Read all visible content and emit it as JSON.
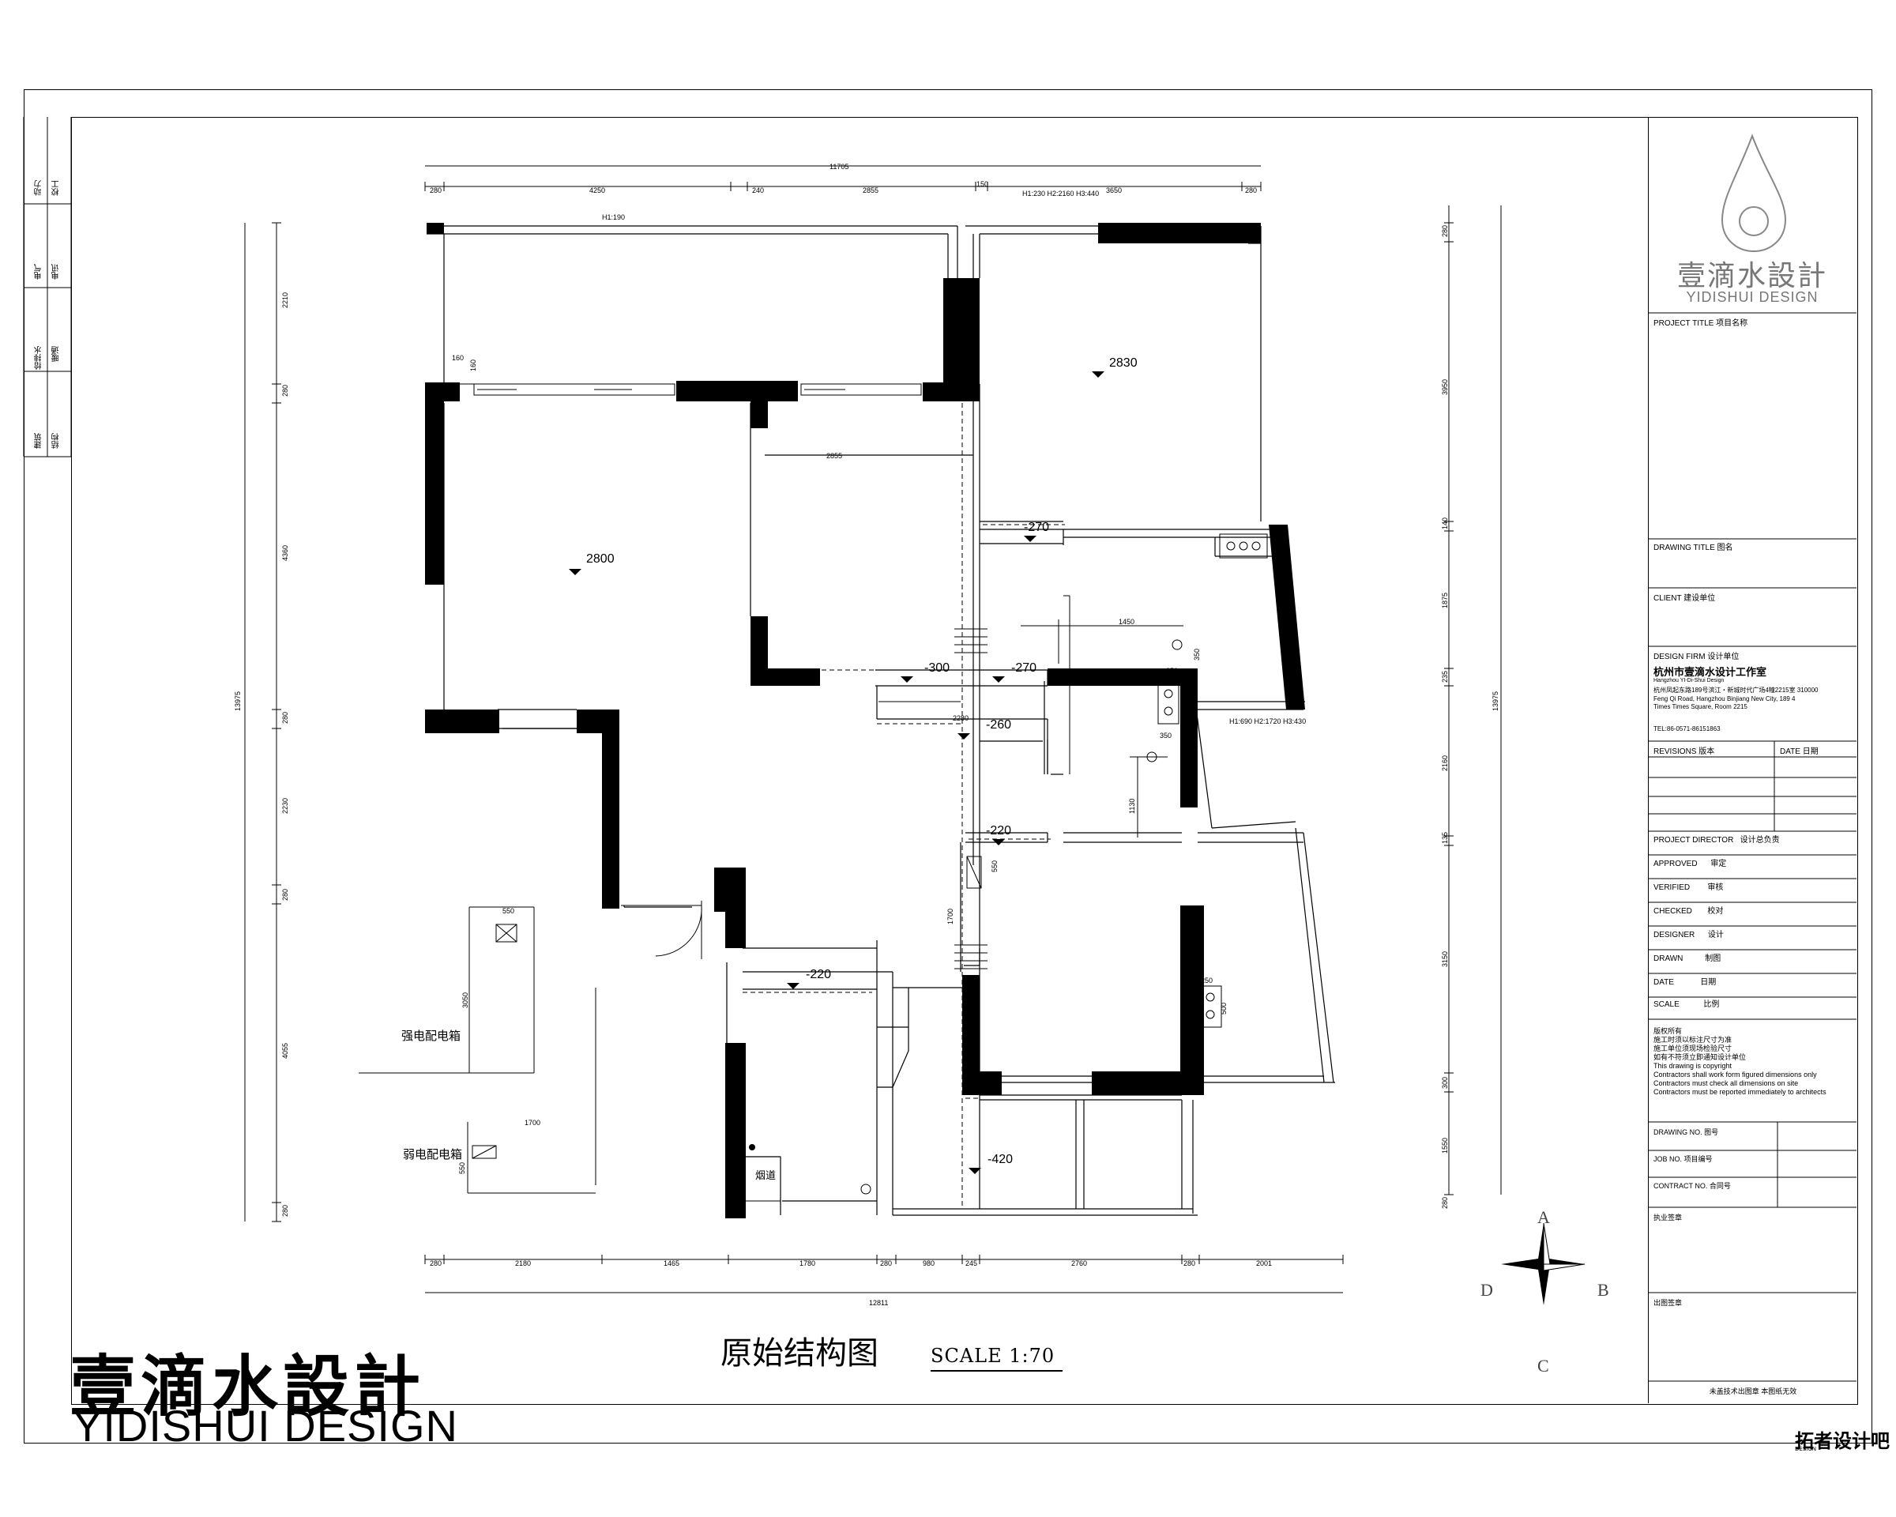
{
  "drawing": {
    "title": "原始结构图",
    "scale": "SCALE 1:70"
  },
  "brand": {
    "cn": "壹滴水設計",
    "en": "YIDISHUI DESIGN"
  },
  "watermark": {
    "cn": "拓者设计吧",
    "en": "DESIGN"
  },
  "left_strip": [
    "动力",
    "校工",
    "电气",
    "电讯",
    "给排水",
    "暖通",
    "建筑",
    "结构"
  ],
  "title_block": {
    "project_title": "PROJECT TITLE  项目名称",
    "drawing_title": "DRAWING TITLE  图名",
    "client": "CLIENT  建设单位",
    "design_firm": "DESIGN FIRM  设计单位",
    "firm_name_cn": "杭州市壹滴水设计工作室",
    "firm_name_en": "Hangzhou YI-Di-Shui Design",
    "firm_addr_cn": "杭州凤起东路189号滨江・新城时代广场4幢2215室 310000",
    "firm_addr_en": "Feng Qi Road, Hangzhou Binjiang New City, 189 4 Times Times Square, Room 2215",
    "firm_tel": "TEL:86-0571-86151863",
    "revisions": "REVISIONS  版本",
    "date_col": "DATE  日期",
    "roles": [
      {
        "en": "PROJECT DIRECTOR",
        "cn": "设计总负责"
      },
      {
        "en": "APPROVED",
        "cn": "审定"
      },
      {
        "en": "VERIFIED",
        "cn": "审核"
      },
      {
        "en": "CHECKED",
        "cn": "校对"
      },
      {
        "en": "DESIGNER",
        "cn": "设计"
      },
      {
        "en": "DRAWN",
        "cn": "制图"
      },
      {
        "en": "DATE",
        "cn": "日期"
      },
      {
        "en": "SCALE",
        "cn": "比例"
      }
    ],
    "copyright": [
      "版权所有",
      "施工时须以标注尺寸为准",
      "施工单位须现场检验尺寸",
      "如有不符须立即通知设计单位",
      "This drawing is copyright",
      "Contractors shall work form figured dimensions only",
      "Contractors must check all dimensions on site",
      "Contractors must be reported immediately to architects"
    ],
    "drawing_no": "DRAWING NO.  图号",
    "job_no": "JOB NO.  项目编号",
    "contract_no": "CONTRACT NO.  合同号",
    "seal_practice": "执业签章",
    "seal_issue": "出图签章",
    "footer_note": "未盖技术出图章  本图纸无效"
  },
  "plan_labels": {
    "elevations": [
      "2830",
      "2800",
      "-270",
      "-300",
      "-270",
      "-260",
      "-220",
      "-220",
      "-420"
    ],
    "panel_strong": "强电配电箱",
    "panel_weak": "弱电配电箱",
    "flue": "烟道",
    "heights_top": "H1:230 H2:2160 H3:440",
    "h1_top": "H1:190",
    "heights_mid": "H1:690 H2:1720 H3:430"
  },
  "dims": {
    "top_total": "11705",
    "top": [
      "280",
      "4250",
      "240",
      "2855",
      "150",
      "3650",
      "280"
    ],
    "bottom_total": "12811",
    "bottom": [
      "280",
      "2180",
      "1465",
      "1780",
      "280",
      "980",
      "245",
      "2760",
      "280",
      "2001"
    ],
    "left_total": "13975",
    "left": [
      "2210",
      "280",
      "4360",
      "280",
      "2230",
      "280",
      "4055",
      "280"
    ],
    "right_total": "13975",
    "right": [
      "280",
      "3950",
      "140",
      "1875",
      "235",
      "2160",
      "135",
      "3150",
      "300",
      "1550",
      "280"
    ],
    "inner": [
      "2855",
      "1450",
      "350",
      "2280",
      "350",
      "1130",
      "550",
      "1700",
      "250",
      "500",
      "550",
      "3050",
      "1700",
      "550",
      "160",
      "160",
      "350"
    ]
  },
  "compass": {
    "n": "A",
    "e": "B",
    "s": "C",
    "w": "D"
  }
}
